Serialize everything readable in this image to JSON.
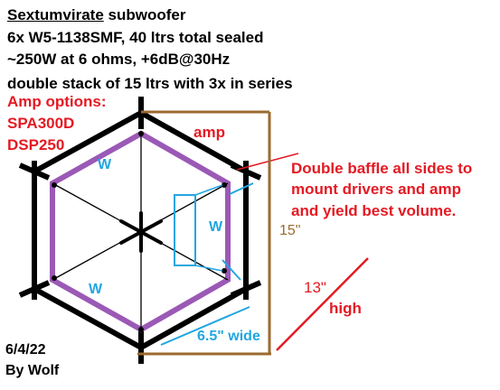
{
  "header": {
    "title_bold": "Sextumvirate",
    "title_rest": " subwoofer",
    "line2": "6x W5-1138SMF, 40 ltrs total sealed",
    "line3": "~250W at 6 ohms, +6dB@30Hz",
    "line4": "double stack of 15 ltrs with 3x in series"
  },
  "amp_options": {
    "heading": "Amp options:",
    "items": [
      "SPA300D",
      "DSP250"
    ]
  },
  "labels": {
    "amp": "amp",
    "driver_marks": [
      "W",
      "W",
      "W"
    ],
    "baffle_note": [
      "Double baffle all sides to",
      "mount drivers and amp",
      "and yield best volume."
    ],
    "height_dim": "15\"",
    "depth_dim": "13\"",
    "depth_note": "high",
    "width_dim": "6.5\" wide"
  },
  "footer": {
    "date": "6/4/22",
    "author": "By Wolf"
  },
  "colors": {
    "outer_hexagon": "#000000",
    "inner_hexagon": "#9b59b6",
    "amp_module": "#22a6e0",
    "dimension_lines": "#9b6a2f",
    "annotations": "#e41a23",
    "driver_labels": "#22a6e0"
  }
}
